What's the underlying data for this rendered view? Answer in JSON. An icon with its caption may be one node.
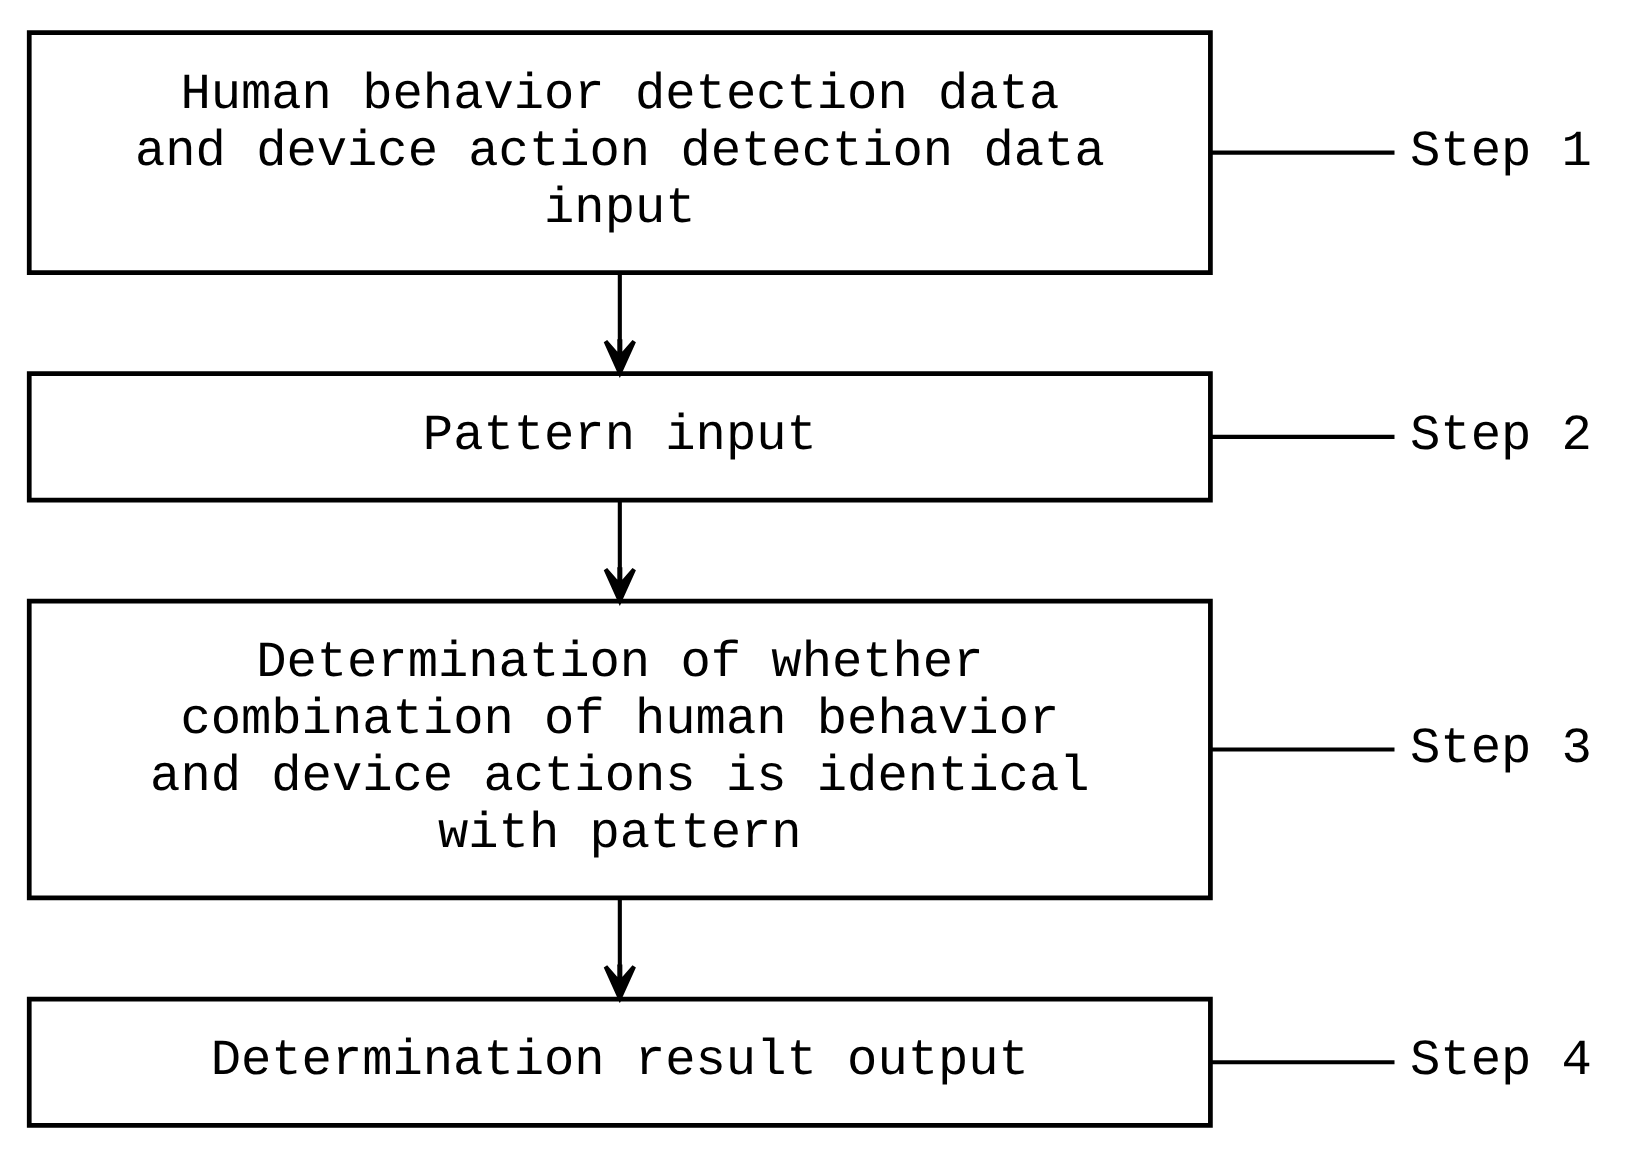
{
  "diagram": {
    "nodes": [
      {
        "text": [
          "Human behavior detection data and device action detection data input"
        ]
      },
      {
        "text": [
          "Pattern input"
        ]
      },
      {
        "text": [
          "Determination of whether combination of human behavior and device actions is identical with pattern"
        ]
      },
      {
        "text": [
          "Determination result output"
        ]
      },
      {
        "text": [
          "Step 1"
        ]
      },
      {
        "text": [
          "Step 2"
        ]
      },
      {
        "text": [
          "Step 3"
        ]
      },
      {
        "text": [
          "Step 4"
        ]
      }
    ],
    "edges": [
      {
        "from": 0,
        "to": 1,
        "arrow": "to"
      },
      {
        "from": 1,
        "to": 2,
        "arrow": "to"
      },
      {
        "from": 2,
        "to": 3,
        "arrow": "to"
      },
      {
        "from": 4,
        "to": 0,
        "arrow": "none"
      },
      {
        "from": 5,
        "to": 1,
        "arrow": "none"
      },
      {
        "from": 6,
        "to": 2,
        "arrow": "none"
      },
      {
        "from": 7,
        "to": 3,
        "arrow": "none"
      }
    ]
  }
}
